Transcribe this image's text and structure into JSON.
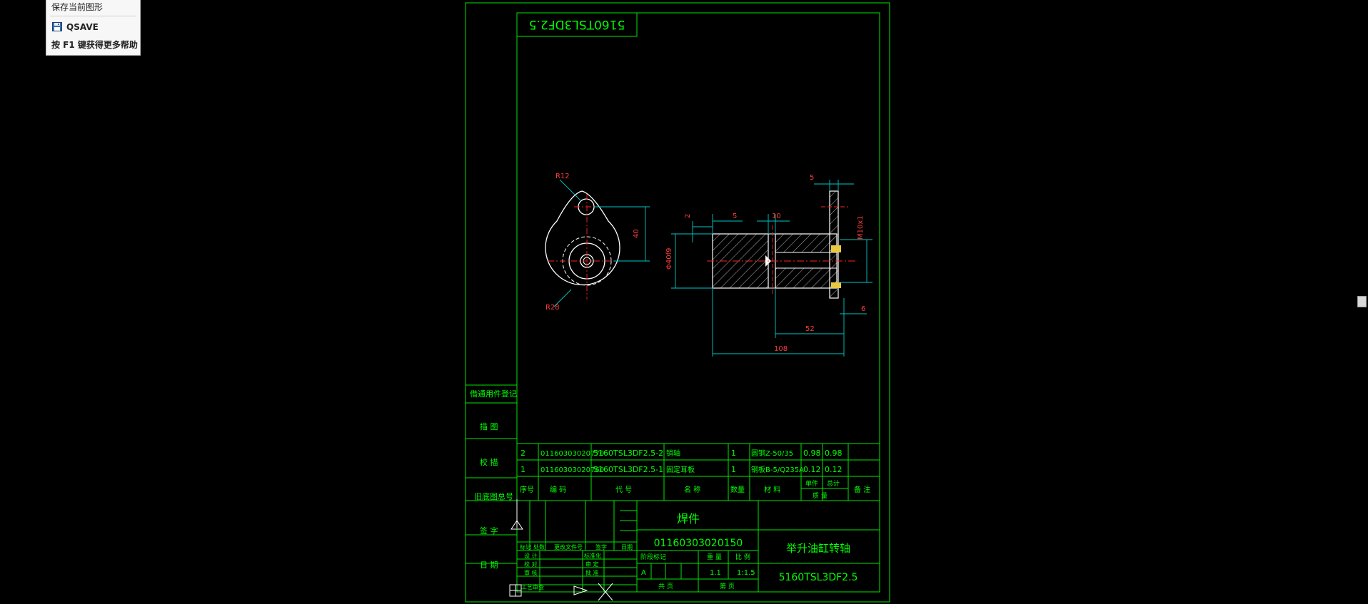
{
  "tooltip": {
    "title": "保存当前图形",
    "command": "QSAVE",
    "help": "按 F1 键获得更多帮助"
  },
  "colors": {
    "background": "#000000",
    "frame": "#00e600",
    "geometry": "#ffffff",
    "dimension": "#00c8c8",
    "dimension_text": "#ff3b3b",
    "center_line": "#ff2020",
    "label_text": "#00ff00"
  },
  "title_box": {
    "text": "5160TSL3DF2.5"
  },
  "dimensions": {
    "r12": "R12",
    "r28": "R28",
    "d40_left": "40",
    "phi40": "Φ40f9",
    "d2": "2",
    "d5_top": "5",
    "d10": "10",
    "d5_right": "5",
    "m10": "M10x1",
    "d6": "6",
    "d52": "52",
    "d108": "108"
  },
  "left_column": {
    "l1": "借通用件登记",
    "l2": "描 图",
    "l3": "校 描",
    "l4": "旧底图总号",
    "l5": "签 字",
    "l6": "日 期"
  },
  "bom": {
    "rows": [
      {
        "seq": "2",
        "code": "01160303020770",
        "drawing_no": "5160TSL3DF2.5-2",
        "name": "销轴",
        "qty": "1",
        "material": "圆钢Z-50/35",
        "unit_wt": "0.98",
        "total_wt": "0.98",
        "note": ""
      },
      {
        "seq": "1",
        "code": "01160303020760",
        "drawing_no": "5160TSL3DF2.5-1",
        "name": "固定耳板",
        "qty": "1",
        "material": "钢板B-5/Q235A",
        "unit_wt": "0.12",
        "total_wt": "0.12",
        "note": ""
      }
    ],
    "header": {
      "seq": "序号",
      "code": "编 码",
      "drawing_no": "代 号",
      "name": "名 称",
      "qty": "数量",
      "material": "材 料",
      "unit": "单件",
      "total": "总计",
      "weight": "质 量",
      "note": "备 注"
    }
  },
  "title_block": {
    "part_type": "焊件",
    "code": "01160303020150",
    "name": "举升油缸转轴",
    "drawing_no": "5160TSL3DF2.5",
    "stage_label": "阶段标记",
    "weight_label": "重 量",
    "scale_label": "比 例",
    "stage": "A",
    "weight": "1.1",
    "scale": "1:1.5",
    "sheet_total": "共 页",
    "sheet_no": "第 页",
    "rev_mark": "标记",
    "rev_count": "处数",
    "rev_doc": "更改文件号",
    "rev_sign": "签字",
    "rev_date": "日期",
    "design": "设 计",
    "std": "标准化",
    "check": "校 对",
    "review": "审 定",
    "process": "审 核",
    "approve": "批 准",
    "craft": "工艺审查"
  }
}
